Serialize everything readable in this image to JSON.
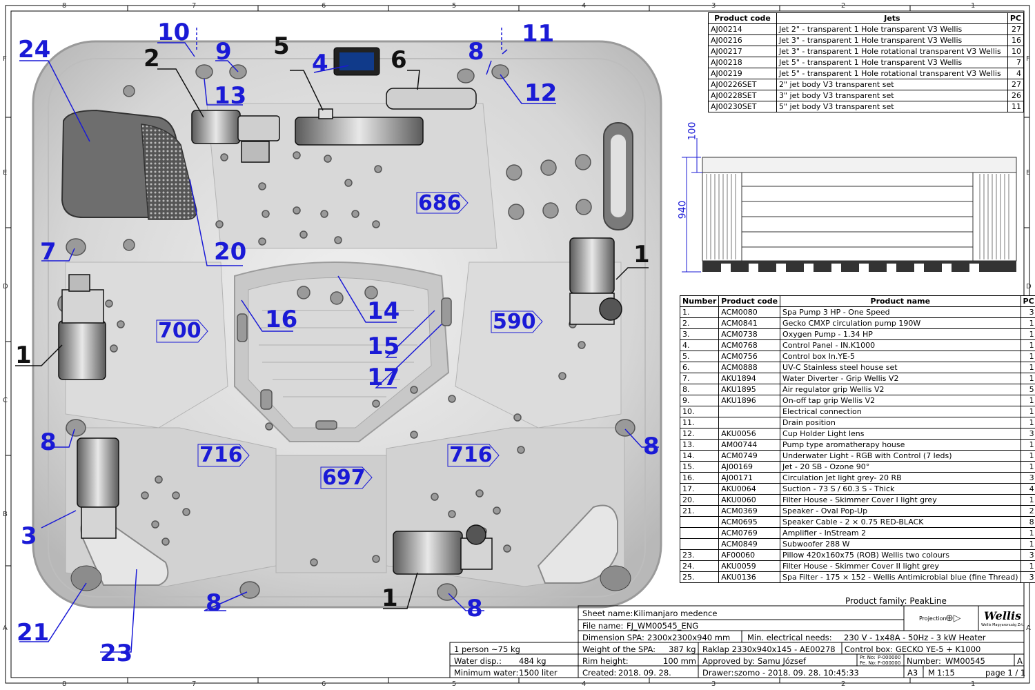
{
  "grid": {
    "top": [
      "8",
      "7",
      "6",
      "5",
      "4",
      "3",
      "2",
      "1"
    ],
    "bottom": [
      "8",
      "7",
      "6",
      "5",
      "4",
      "3",
      "2",
      "1"
    ],
    "left": [
      "F",
      "E",
      "D",
      "C",
      "B",
      "A"
    ],
    "right": [
      "F",
      "E",
      "D",
      "C",
      "B",
      "A"
    ]
  },
  "callouts": {
    "c24": "24",
    "c10": "10",
    "c9": "9",
    "c13": "13",
    "c2": "2",
    "c5": "5",
    "c4": "4",
    "c6": "6",
    "c8top": "8",
    "c11": "11",
    "c12": "12",
    "c20": "20",
    "c7": "7",
    "c1left": "1",
    "c16": "16",
    "c14": "14",
    "c15": "15",
    "c17": "17",
    "c1right": "1",
    "c8left": "8",
    "c8right": "8",
    "c3": "3",
    "c21": "21",
    "c23": "23",
    "c8botl": "8",
    "c1bot": "1",
    "c8botr": "8"
  },
  "seats": [
    "686",
    "700",
    "590",
    "716",
    "716",
    "697"
  ],
  "dims": {
    "top": "100",
    "height": "940"
  },
  "jets_table": {
    "headers": [
      "Product code",
      "Jets",
      "PC"
    ],
    "rows": [
      [
        "AJ00214",
        "Jet 2\" - transparent 1 Hole transparent V3 Wellis",
        "27"
      ],
      [
        "AJ00216",
        "Jet 3\" - transparent 1 Hole transparent V3 Wellis",
        "16"
      ],
      [
        "AJ00217",
        "Jet 3\" - transparent 1 Hole rotational transparent V3 Wellis",
        "10"
      ],
      [
        "AJ00218",
        "Jet 5\" - transparent 1 Hole transparent V3 Wellis",
        "7"
      ],
      [
        "AJ00219",
        "Jet 5\" - transparent 1 Hole rotational  transparent V3 Wellis",
        "4"
      ],
      [
        "AJ00226SET",
        "2\" jet body V3 transparent set",
        "27"
      ],
      [
        "AJ00228SET",
        "3\" jet body V3 transparent set",
        "26"
      ],
      [
        "AJ00230SET",
        "5\" jet body V3 transparent set",
        "11"
      ]
    ]
  },
  "parts_table": {
    "headers": [
      "Number",
      "Product code",
      "Product name",
      "PC"
    ],
    "rows": [
      [
        "1.",
        "ACM0080",
        "Spa Pump 3 HP - One Speed",
        "3"
      ],
      [
        "2.",
        "ACM0841",
        "Gecko CMXP circulation pump 190W",
        "1"
      ],
      [
        "3.",
        "ACM0738",
        "Oxygen Pump - 1.34 HP",
        "1"
      ],
      [
        "4.",
        "ACM0768",
        "Control Panel - IN.K1000",
        "1"
      ],
      [
        "5.",
        "ACM0756",
        "Control box In.YE-5",
        "1"
      ],
      [
        "6.",
        "ACM0888",
        "UV-C Stainless steel house set",
        "1"
      ],
      [
        "7.",
        "AKU1894",
        "Water Diverter - Grip Wellis V2",
        "1"
      ],
      [
        "8.",
        "AKU1895",
        "Air regulator grip Wellis V2",
        "5"
      ],
      [
        "9.",
        "AKU1896",
        "On-off tap grip Wellis V2",
        "1"
      ],
      [
        "10.",
        "",
        "Electrical connection",
        "1"
      ],
      [
        "11.",
        "",
        "Drain position",
        "1"
      ],
      [
        "12.",
        "AKU0056",
        "Cup Holder Light lens",
        "3"
      ],
      [
        "13.",
        "AM00744",
        "Pump type aromatherapy house",
        "1"
      ],
      [
        "14.",
        "ACM0749",
        "Underwater Light - RGB with Control (7 leds)",
        "1"
      ],
      [
        "15.",
        "AJ00169",
        "Jet - 20 SB - Ozone  90°",
        "1"
      ],
      [
        "16.",
        "AJ00171",
        "Circulation Jet light grey- 20 RB",
        "3"
      ],
      [
        "17.",
        "AKU0064",
        "Suction - 73 S / 60.3 S - Thick",
        "4"
      ],
      [
        "20.",
        "AKU0060",
        "Filter House - Skimmer Cover I light grey",
        "1"
      ],
      [
        "21.",
        "ACM0369",
        "Speaker - Oval Pop-Up",
        "2"
      ],
      [
        "",
        "ACM0695",
        "Speaker Cable - 2 × 0.75 RED-BLACK",
        "8"
      ],
      [
        "",
        "ACM0769",
        "Amplifier - InStream 2",
        "1"
      ],
      [
        "",
        "ACM0849",
        "Subwoofer 288 W",
        "1"
      ],
      [
        "23.",
        "AF00060",
        "Pillow 420x160x75 (ROB) Wellis two colours",
        "3"
      ],
      [
        "24.",
        "AKU0059",
        "Filter House - Skimmer Cover II light grey",
        "1"
      ],
      [
        "25.",
        "AKU0136",
        "Spa Filter - 175 × 152 - Wellis Antimicrobial blue (fine Thread)",
        "3"
      ]
    ]
  },
  "title_block": {
    "product_family": "Product family:  PeakLine",
    "projection": "Projection",
    "logo": "Wellis",
    "logo_sub": "Wellis Magyarország Zrt.",
    "sheet_name_label": "Sheet name:",
    "sheet_name": "Kilimanjaro medence",
    "file_name_label": "File name:",
    "file_name": "FJ_WM00545_ENG",
    "dimension_label": "Dimension SPA:",
    "dimension": "2300x2300x940 mm",
    "min_elec_label": "Min. electrical needs:",
    "min_elec": "230 V - 1x48A - 50Hz - 3 kW Heater",
    "weight_label": "Weight of the SPA:",
    "weight": "387 kg",
    "raklap": "Raklap 2330x940x145 - AE00278",
    "control_box_label": "Control box:",
    "control_box": "GECKO YE-5 + K1000",
    "person": "1 person ~75 kg",
    "water_disp_label": "Water disp.:",
    "water_disp": "484 kg",
    "rim_label": "Rim height:",
    "rim": "100 mm",
    "approved_label": "Approved by:",
    "approved": "Samu József",
    "pr_no_label": "Pr. No:",
    "pr_no": "P-000000",
    "fe_no_label": "Fe. No:",
    "fe_no": "F-000000",
    "number_label": "Number:",
    "number": "WM00545",
    "rev": "A",
    "min_water_label": "Minimum water:",
    "min_water": "1500 liter",
    "created_label": "Created:",
    "created": "2018. 09. 28.",
    "drawer_label": "Drawer:",
    "drawer": "szomo - 2018. 09. 28. 10:45:33",
    "size": "A3",
    "scale_label": "M",
    "scale": "1:15",
    "page": "page 1 / 1"
  },
  "colors": {
    "callout_blue": "#1a1ad6",
    "revision_red": "#d01010",
    "shell_grey": "#d4d4d4"
  }
}
